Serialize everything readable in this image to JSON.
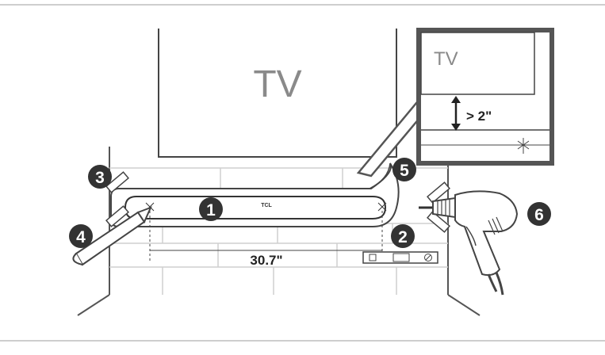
{
  "tv_label": "TV",
  "inset": {
    "tv_label": "TV",
    "clearance_label": "> 2\""
  },
  "soundbar": {
    "brand": "TCL"
  },
  "measurement": {
    "spacing_label": "30.7\""
  },
  "steps": [
    "1",
    "2",
    "3",
    "4",
    "5",
    "6"
  ]
}
